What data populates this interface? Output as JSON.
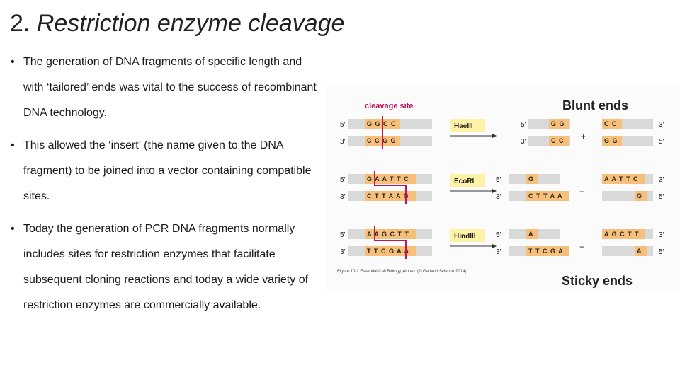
{
  "slide": {
    "title_number": "2.",
    "title_text": "Restriction enzyme cleavage",
    "bullets": [
      "The generation of DNA fragments of specific length and with ‘tailored’ ends was vital to the success of recombinant DNA technology.",
      "This allowed the ‘insert’ (the name given to the DNA fragment) to be joined into a vector containing compatible sites.",
      "Today the generation of PCR DNA fragments normally includes sites for restriction enzymes that facilitate subsequent cloning reactions and today a wide variety of restriction enzymes are commercially available."
    ]
  },
  "figure": {
    "cleavage_site_label": "cleavage site",
    "blunt_label": "Blunt ends",
    "sticky_label": "Sticky ends",
    "caption": "Figure 10-2 Essential Cell Biology, 4th ed. (© Garland Science 2014)",
    "end5": "5′",
    "end3": "3′",
    "plus": "+",
    "enzymes": [
      {
        "name": "HaeIII",
        "site_top": "G G C C",
        "site_bottom": "C C G G",
        "left_top": "G G",
        "left_bottom": "C C",
        "right_top": "C C",
        "right_bottom": "G G"
      },
      {
        "name": "EcoRI",
        "site_top": "G A A T T C",
        "site_bottom": "C T T A A G",
        "left_top": "G",
        "left_bottom": "C T T A A",
        "right_top": "A A T T C",
        "right_bottom": "G"
      },
      {
        "name": "HindIII",
        "site_top": "A A G C T T",
        "site_bottom": "T T C G A A",
        "left_top": "A",
        "left_bottom": "T T C G A",
        "right_top": "A G C T T",
        "right_bottom": "A"
      }
    ]
  },
  "colors": {
    "strand": "#d9d9d9",
    "base_bg": "#f7c07a",
    "cut": "#c0145a",
    "cleavage_text": "#c0145a",
    "enzyme_bg": "#fdf3a6"
  }
}
